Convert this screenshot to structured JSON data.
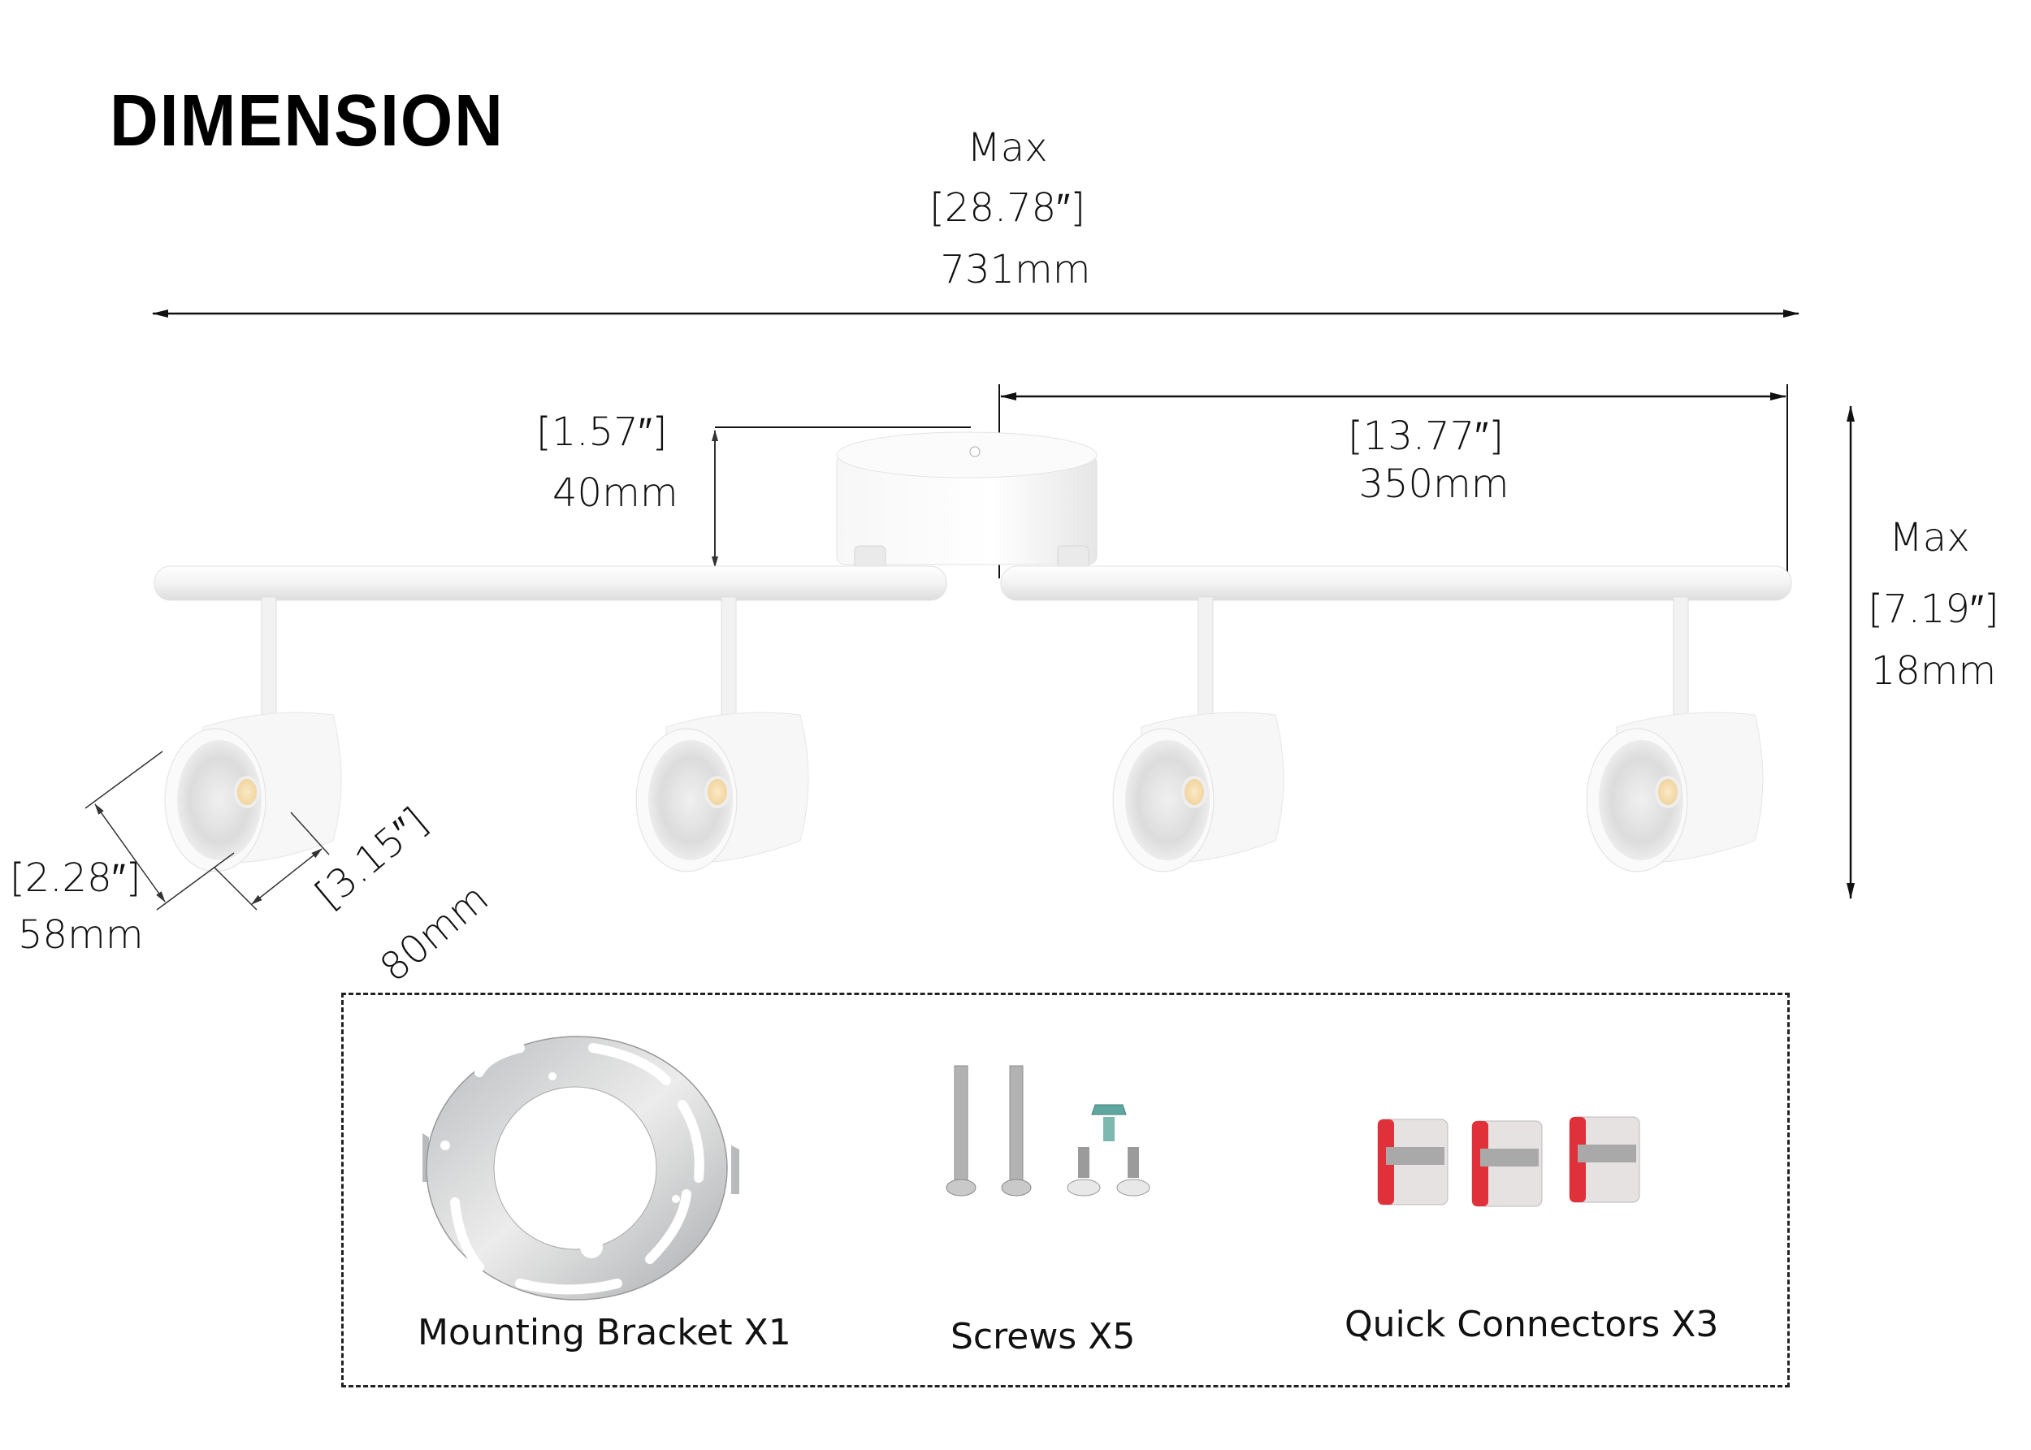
{
  "title": "DIMENSION",
  "dimensions": {
    "overall_length": {
      "prefix": "Max",
      "inches": "[28.78″]",
      "mm": "731mm"
    },
    "arm_length": {
      "inches": "[13.77″]",
      "mm": "350mm"
    },
    "canopy_height": {
      "inches": "[1.57″]",
      "mm": "40mm"
    },
    "overall_height": {
      "prefix": "Max",
      "inches": "[7.19″]",
      "mm": "18mm"
    },
    "head_diameter": {
      "inches": "[2.28″]",
      "mm": "58mm"
    },
    "head_length": {
      "inches": "[3.15″]",
      "mm": "80mm"
    }
  },
  "product": {
    "spotlight_count": 4,
    "finish_color": "#f4f4f4",
    "led_color": "#f6dcae"
  },
  "accessories": [
    {
      "label": "Mounting Bracket X1",
      "icon": "mounting-bracket"
    },
    {
      "label": "Screws X5",
      "icon": "screws"
    },
    {
      "label": "Quick Connectors X3",
      "icon": "quick-connectors"
    }
  ],
  "colors": {
    "line": "#111111",
    "bracket_metal": "#c9cbcd",
    "connector_red": "#e0303a",
    "screw_green": "#5fa6a0"
  }
}
